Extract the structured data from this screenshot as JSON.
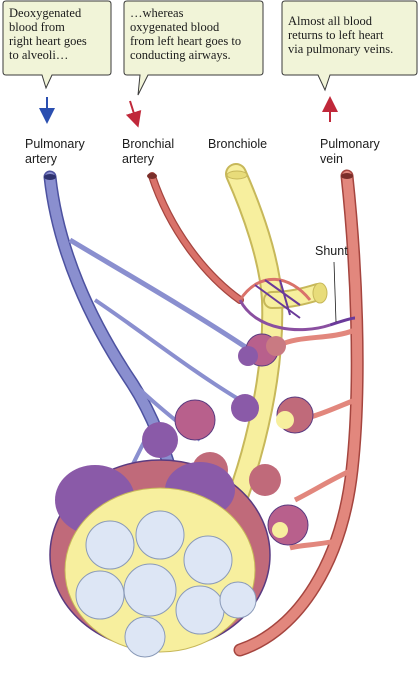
{
  "callouts": {
    "left": "Deoxygenated\nblood from\nright heart goes\nto alveoli…",
    "middle": "…whereas\noxygenated blood\nfrom left heart goes to\nconducting airways.",
    "right": "Almost all blood\nreturns to left heart\nvia pulmonary veins."
  },
  "labels": {
    "pulmonary_artery": "Pulmonary\nartery",
    "bronchial_artery": "Bronchial\nartery",
    "bronchiole": "Bronchiole",
    "pulmonary_vein": "Pulmonary\nvein",
    "shunt": "Shunt"
  },
  "colors": {
    "callout_fill": "#f1f4d8",
    "callout_stroke": "#3a3a3a",
    "pulmonary_artery": "#8a8fcf",
    "pulmonary_artery_dark": "#4d52a0",
    "pulmonary_artery_arrow": "#2b4fb0",
    "bronchial_artery": "#d9726a",
    "bronchial_arrow": "#c0283a",
    "bronchiole": "#f7ef9e",
    "bronchiole_dark": "#c7b85a",
    "pulmonary_vein": "#e2877d",
    "alveoli": "#dde6f5"
  }
}
